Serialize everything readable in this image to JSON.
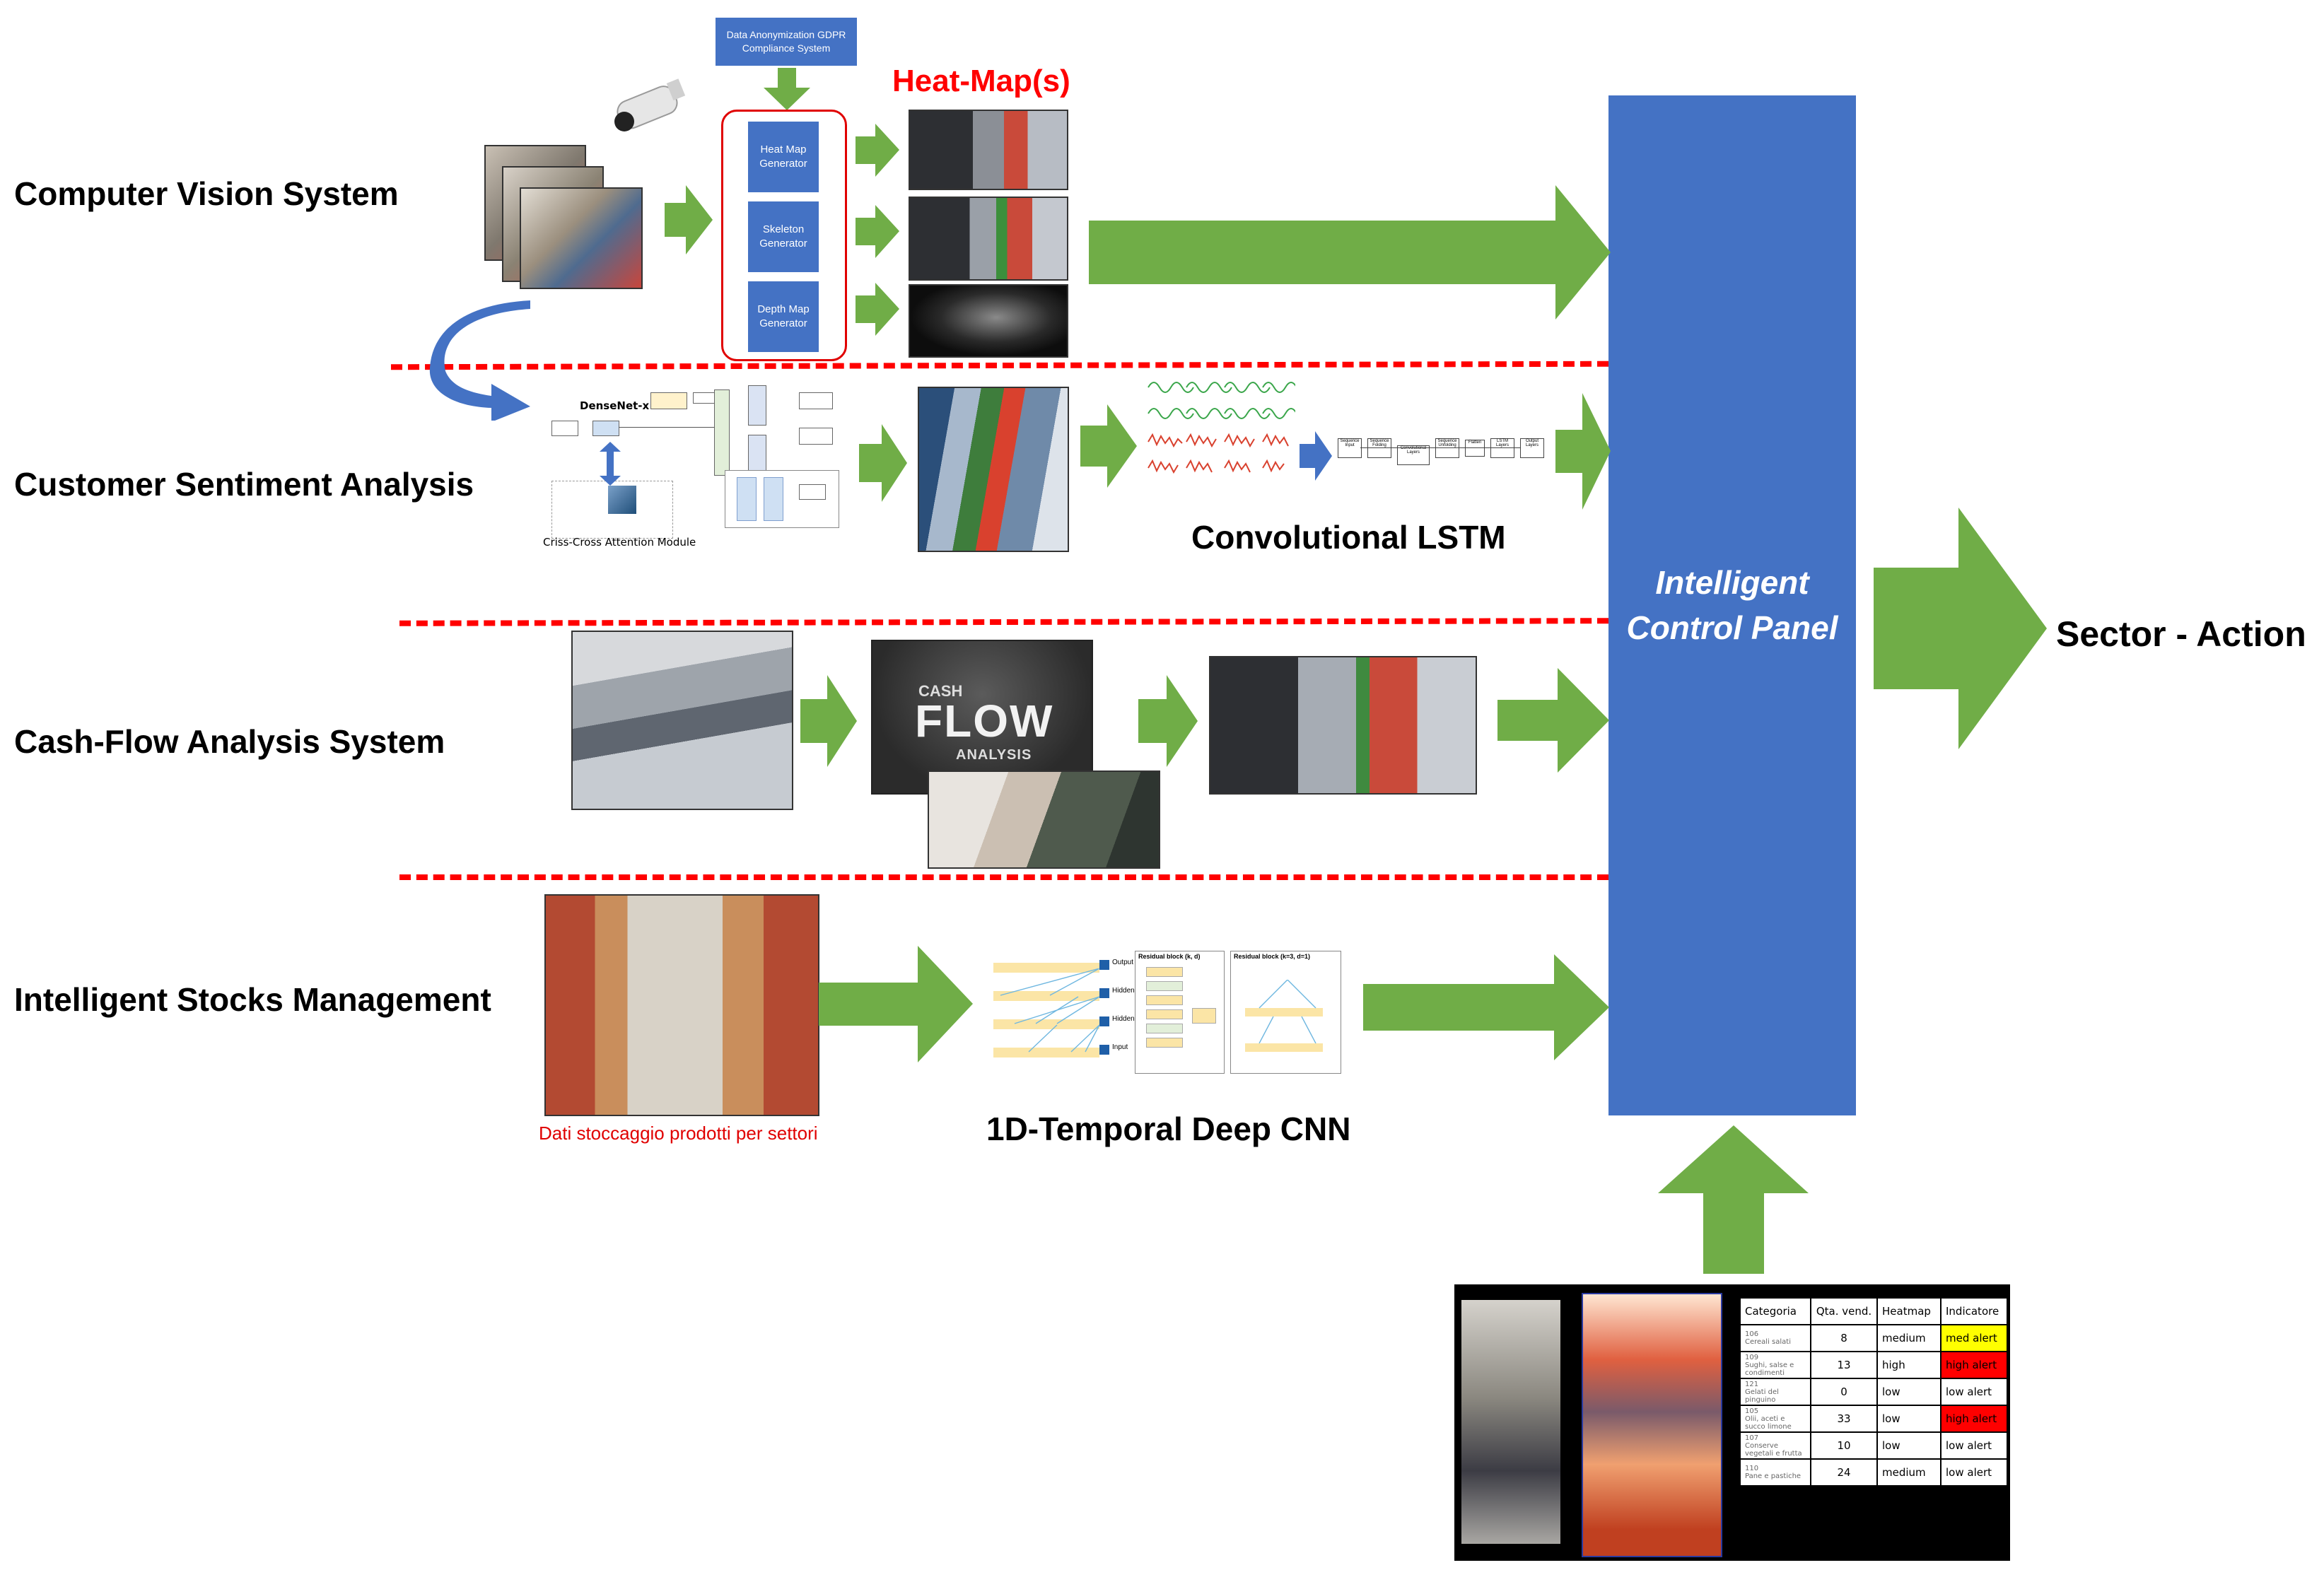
{
  "rows": [
    {
      "label": "Computer Vision System"
    },
    {
      "label": "Customer Sentiment Analysis"
    },
    {
      "label": "Cash-Flow Analysis System"
    },
    {
      "label": "Intelligent Stocks Management"
    }
  ],
  "cv": {
    "top_box": "Data Anonymization GDPR Compliance System",
    "generators": [
      "Heat Map Generator",
      "Skeleton Generator",
      "Depth Map Generator"
    ],
    "heatmap_title": "Heat-Map(s)"
  },
  "sentiment": {
    "densenet_label": "DenseNet-x",
    "module_label": "Criss-Cross Attention Module",
    "convlstm_caption": "Convolutional LSTM",
    "lstm_blocks": [
      "Sequence Input",
      "Sequence Folding",
      "Convolutional Layers",
      "Sequence Unfolding",
      "Flatten",
      "LSTM Layers",
      "Output Layers"
    ]
  },
  "cashflow": {
    "title_small": "CASH",
    "title_big": "FLOW",
    "title_sub": "ANALYSIS"
  },
  "stocks": {
    "photo_caption": "Dati stoccaggio prodotti per settori",
    "cnn_caption": "1D-Temporal Deep CNN",
    "tcn_labels": [
      "Output",
      "Hidden",
      "Hidden",
      "Input"
    ],
    "residual_a": "Residual block (k, d)",
    "residual_b": "Residual block (k=3, d=1)"
  },
  "panel": {
    "line1": "Intelligent",
    "line2": "Control Panel"
  },
  "output_label": "Sector - Action",
  "dashboard": {
    "headers": [
      "Categoria",
      "Qta. vend.",
      "Heatmap",
      "Indicatore"
    ],
    "rows": [
      {
        "cat_code": "106",
        "cat_name": "Cereali salati",
        "qty": "8",
        "heat": "medium",
        "ind": "med alert",
        "ind_color": "#ffff00",
        "ind_text_color": "#000000"
      },
      {
        "cat_code": "109",
        "cat_name": "Sughi, salse e condimenti",
        "qty": "13",
        "heat": "high",
        "ind": "high alert",
        "ind_color": "#ff0000",
        "ind_text_color": "#000000"
      },
      {
        "cat_code": "121",
        "cat_name": "Gelati del pinguino",
        "qty": "0",
        "heat": "low",
        "ind": "low alert",
        "ind_color": "#ffffff",
        "ind_text_color": "#000000"
      },
      {
        "cat_code": "105",
        "cat_name": "Olii, aceti e succo limone",
        "qty": "33",
        "heat": "low",
        "ind": "high alert",
        "ind_color": "#ff0000",
        "ind_text_color": "#000000"
      },
      {
        "cat_code": "107",
        "cat_name": "Conserve vegetali e frutta",
        "qty": "10",
        "heat": "low",
        "ind": "low alert",
        "ind_color": "#ffffff",
        "ind_text_color": "#000000"
      },
      {
        "cat_code": "110",
        "cat_name": "Pane e pastiche",
        "qty": "24",
        "heat": "medium",
        "ind": "low alert",
        "ind_color": "#ffffff",
        "ind_text_color": "#000000"
      }
    ]
  },
  "colors": {
    "arrow_green": "#70ad47",
    "panel_blue": "#4472c4",
    "divider_red": "#ff0000"
  }
}
